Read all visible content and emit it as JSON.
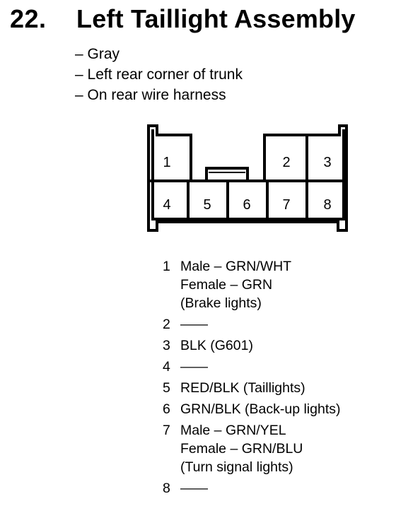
{
  "header": {
    "number": "22.",
    "title": "Left Taillight Assembly"
  },
  "details": [
    "– Gray",
    "– Left rear corner of trunk",
    "– On rear wire harness"
  ],
  "connector": {
    "cavities": [
      "1",
      "2",
      "3",
      "4",
      "5",
      "6",
      "7",
      "8"
    ]
  },
  "terminals": [
    {
      "pin": "1",
      "lines": [
        "Male – GRN/WHT",
        "Female – GRN",
        "(Brake lights)"
      ]
    },
    {
      "pin": "2",
      "lines": [
        "——"
      ]
    },
    {
      "pin": "3",
      "lines": [
        "BLK (G601)"
      ]
    },
    {
      "pin": "4",
      "lines": [
        "——"
      ]
    },
    {
      "pin": "5",
      "lines": [
        "RED/BLK (Taillights)"
      ]
    },
    {
      "pin": "6",
      "lines": [
        "GRN/BLK (Back-up lights)"
      ]
    },
    {
      "pin": "7",
      "lines": [
        "Male – GRN/YEL",
        "Female – GRN/BLU",
        "(Turn signal lights)"
      ]
    },
    {
      "pin": "8",
      "lines": [
        "——"
      ]
    }
  ]
}
